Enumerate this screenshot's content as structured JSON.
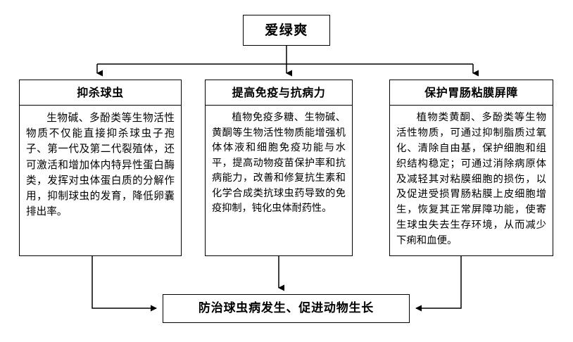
{
  "diagram": {
    "root": {
      "title": "爱绿爽"
    },
    "branches": [
      {
        "header": "抑杀球虫",
        "body": "生物碱、多酚类等生物活性物质不仅能直接抑杀球虫子孢子、第一代及第二代裂殖体，还可激活和增加体内特异性蛋白酶类，发挥对虫体蛋白质的分解作用，抑制球虫的发育，降低卵囊排出率。"
      },
      {
        "header": "提高免疫与抗病力",
        "body": "植物免疫多糖、生物碱、黄酮等生物活性物质能增强机体体液和细胞免疫功能与水平，提高动物疫苗保护率和抗病能力，改善和修复抗生素和化学合成类抗球虫药导致的免疫抑制，钝化虫体耐药性。"
      },
      {
        "header": "保护胃肠粘膜屏障",
        "body": "植物类黄酮、多酚类等生物活性物质，可通过抑制脂质过氧化、清除自由基，保护细胞和组织结构稳定；可通过消除病原体及减轻其对粘膜细胞的损伤，以及促进受损胃肠粘膜上皮细胞增生，恢复其正常屏障功能，使寄生球虫失去生存环境，从而减少下痢和血便。"
      }
    ],
    "outcome": {
      "title": "防治球虫病发生、促进动物生长"
    },
    "colors": {
      "stroke": "#000000",
      "background": "#ffffff",
      "text": "#000000"
    }
  }
}
